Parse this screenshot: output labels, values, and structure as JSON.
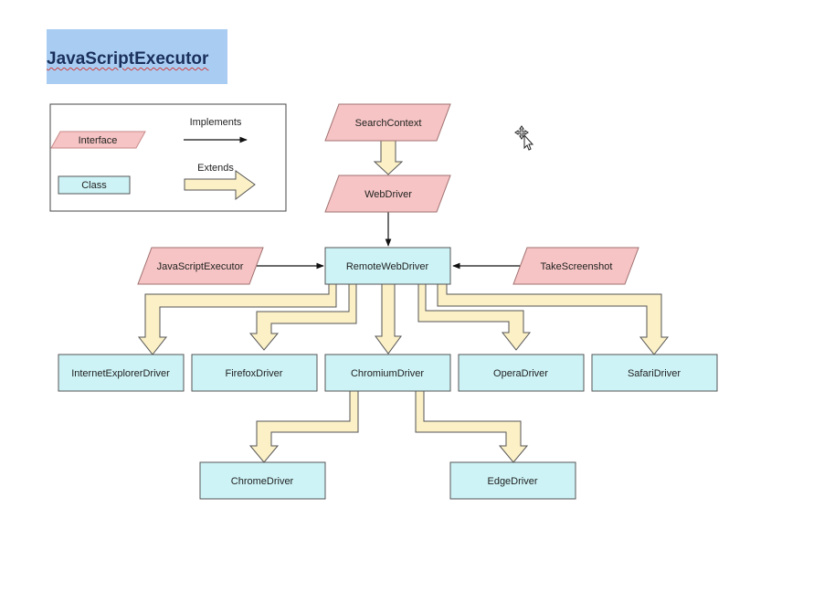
{
  "title": "JavaScriptExecutor",
  "legend": {
    "interface_label": "Interface",
    "class_label": "Class",
    "implements_label": "Implements",
    "extends_label": "Extends"
  },
  "nodes": {
    "search_context": "SearchContext",
    "web_driver": "WebDriver",
    "javascript_executor": "JavaScriptExecutor",
    "remote_web_driver": "RemoteWebDriver",
    "take_screenshot": "TakeScreenshot",
    "internet_explorer_driver": "InternetExplorerDriver",
    "firefox_driver": "FirefoxDriver",
    "chromium_driver": "ChromiumDriver",
    "opera_driver": "OperaDriver",
    "safari_driver": "SafariDriver",
    "chrome_driver": "ChromeDriver",
    "edge_driver": "EdgeDriver"
  },
  "colors": {
    "interface_fill": "#f6c4c4",
    "class_fill": "#cdf3f6",
    "extends_arrow_fill": "#fbf0c6"
  }
}
